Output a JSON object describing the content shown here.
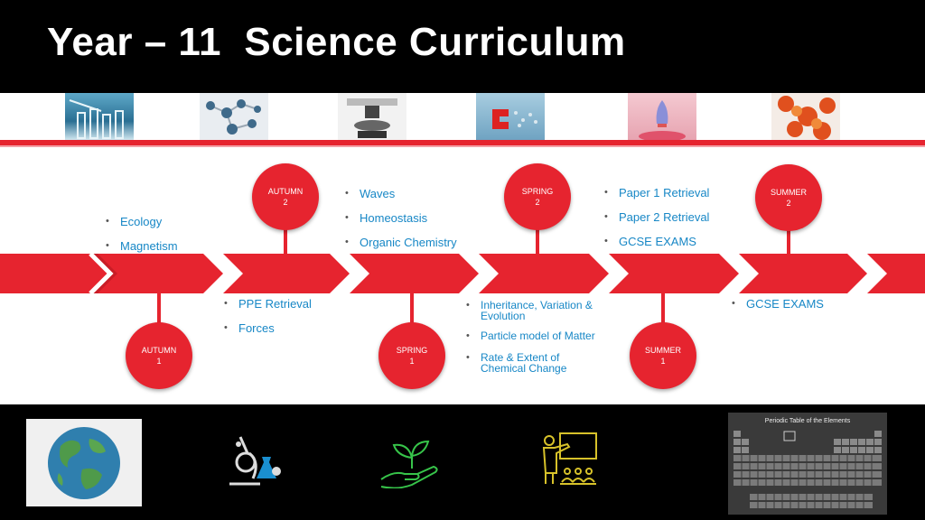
{
  "title": "Year – 11  Science Curriculum",
  "colors": {
    "accent": "#e6242f",
    "topic_text": "#1787c6",
    "background": "#000000"
  },
  "thumbnails": [
    "lab-glassware-photo",
    "molecule-model-photo",
    "microscope-photo",
    "magnet-photo",
    "rocket-photo",
    "autumn-leaves-photo"
  ],
  "milestones": {
    "autumn1": {
      "line1": "AUTUMN",
      "line2": "1"
    },
    "autumn2": {
      "line1": "AUTUMN",
      "line2": "2"
    },
    "spring1": {
      "line1": "SPRING",
      "line2": "1"
    },
    "spring2": {
      "line1": "SPRING",
      "line2": "2"
    },
    "summer1": {
      "line1": "SUMMER",
      "line2": "1"
    },
    "summer2": {
      "line1": "SUMMER",
      "line2": "2"
    }
  },
  "topics": {
    "autumn1": [
      "Ecology",
      "Magnetism"
    ],
    "autumn2": [
      "PPE Retrieval",
      "Forces"
    ],
    "spring1": [
      "Waves",
      "Homeostasis",
      "Organic Chemistry"
    ],
    "spring2": [
      "Inheritance, Variation & Evolution",
      "Particle model of Matter",
      "Rate & Extent of Chemical Change"
    ],
    "summer1": [
      "Paper 1 Retrieval",
      "Paper 2 Retrieval",
      "GCSE EXAMS"
    ],
    "summer2": [
      "GCSE EXAMS"
    ]
  },
  "bottom_icons": [
    "earth-icon",
    "science-lab-icon",
    "plant-in-hand-icon",
    "teacher-icon",
    "periodic-table-icon"
  ],
  "periodic_table_title": "Periodic Table of the Elements"
}
